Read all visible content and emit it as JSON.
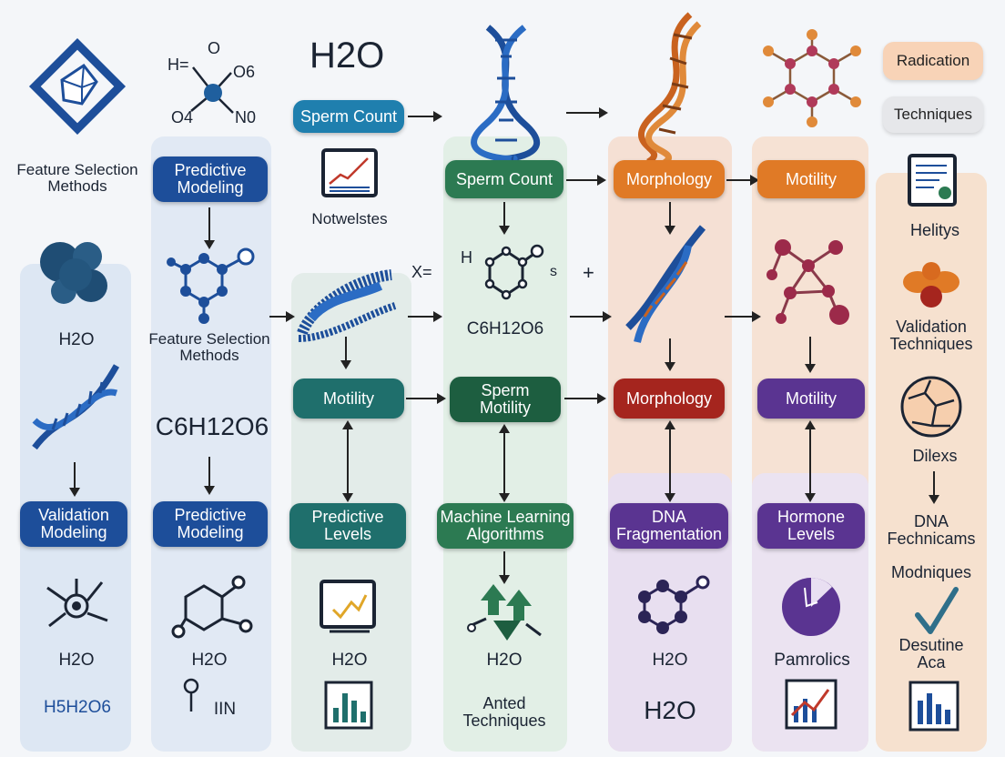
{
  "top_row": {
    "h2o_big": "H2O",
    "sperm_count_top": "Sperm Count",
    "notwelstes": "Notwelstes",
    "radication": "Radication",
    "techniques": "Techniques",
    "molecule_letters": {
      "h": "H=",
      "o": "O",
      "o6": "O6",
      "o4": "O4",
      "no": "N0"
    }
  },
  "col1": {
    "feature_selection": "Feature Selection\nMethods",
    "h2o": "H2O",
    "validation_modeling": "Validation\nModeling",
    "h2o_bottom": "H2O",
    "formula_bottom": "H5H2O6"
  },
  "col2": {
    "predictive_modeling_top": "Predictive\nModeling",
    "feature_selection": "Feature Selection\nMethods",
    "glucose": "C6H12O6",
    "predictive_modeling_bottom": "Predictive\nModeling",
    "h2o": "H2O",
    "iin": "IIN"
  },
  "col3": {
    "motility": "Motility",
    "predictive_levels": "Predictive\nLevels",
    "h2o": "H2O",
    "x_label": "X="
  },
  "col4": {
    "sperm_count": "Sperm Count",
    "h_label": "H",
    "s_label": "s",
    "glucose": "C6H12O6",
    "sperm_motility": "Sperm\nMotility",
    "ml_algorithms": "Machine Learning\nAlgorithms",
    "h2o": "H2O",
    "anted_techniques": "Anted\nTechniques",
    "plus": "+"
  },
  "col5": {
    "morphology_top": "Morphology",
    "morphology_mid": "Morphology",
    "dna_fragmentation": "DNA\nFragmentation",
    "h2o": "H2O",
    "h2o_big": "H2O"
  },
  "col6": {
    "motility_top": "Motility",
    "motility_mid": "Motility",
    "hormone_levels": "Hormone\nLevels",
    "pamrolics": "Pamrolics"
  },
  "col7": {
    "helitys": "Helitys",
    "validation_techniques": "Validation\nTechniques",
    "dilexs": "Dilexs",
    "dna_fechnicams": "DNA\nFechnicams",
    "modniques": "Modniques",
    "desutine_aca": "Desutine\nAca"
  },
  "colors": {
    "navy": "#1d4e9a",
    "teal": "#1f6f6c",
    "green": "#2c7a52",
    "dark_green": "#1d5e40",
    "orange": "#e07a26",
    "red": "#a5251e",
    "purple": "#5a3491",
    "col_blue": "#dfe8f4",
    "col_green": "#e2efe9",
    "col_orange": "#f9e3d2",
    "col_purple": "#ebe3f2",
    "col_peach": "#f7e1d0"
  }
}
